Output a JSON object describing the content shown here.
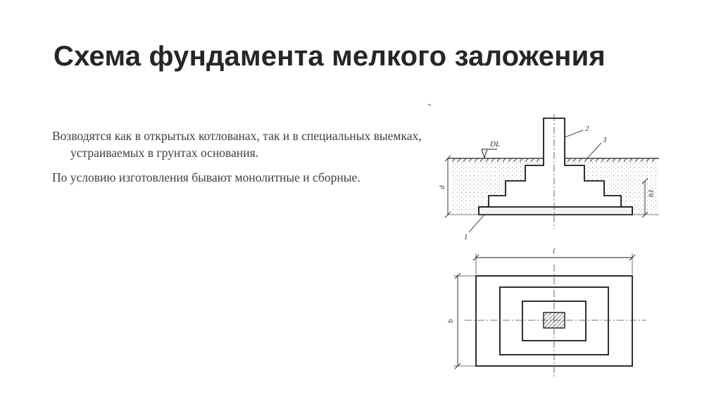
{
  "slide": {
    "title": "Схема фундамента мелкого заложения",
    "paragraphs": [
      "Возводятся как в открытых котлованах, так и в специальных выемках, устраиваемых в грунтах основания.",
      "По условию изготовления бывают монолитные и сборные."
    ]
  },
  "figure": {
    "labels": {
      "dl": "DL",
      "callout_1": "1",
      "callout_2": "2",
      "callout_3": "3",
      "dim_d": "d",
      "dim_h1": "h1",
      "dim_l": "l",
      "dim_b": "b"
    }
  }
}
